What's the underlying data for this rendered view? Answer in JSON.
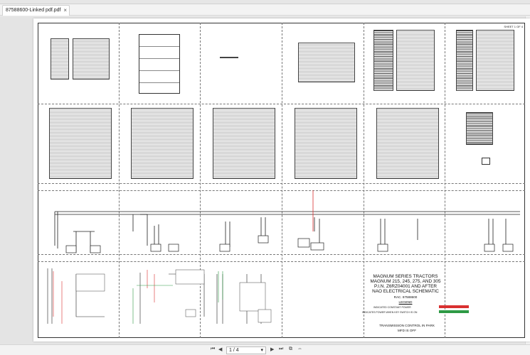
{
  "tab": {
    "title": "87588600-Linked pdf.pdf",
    "close": "×"
  },
  "document": {
    "sheet_label": "SHEET 1 OF 4",
    "title_lines": [
      "MAGNUM SERIES TRACTORS",
      "MAGNUM 215, 245, 275, AND 305",
      "P.I.N. Z6RZ04001 AND AFTER",
      "NAO ELECTRICAL SCHEMATIC"
    ],
    "rac": "RAC. 87588600",
    "legend_title": "LEGEND",
    "legend": [
      {
        "text": "INDICATED CONSTANT POWER",
        "color": "#d93030"
      },
      {
        "text": "INDICATES POWER WHEN KEY SWITCH IS ON",
        "color": "#2e9a45"
      }
    ],
    "conditions": [
      "TRANSMISSION CONTROL IN PARK",
      "MFD IS OFF"
    ]
  },
  "pager": {
    "first": "⏮",
    "prev": "◀",
    "current": "1",
    "total": "/ 4",
    "dropdown": "▾",
    "next": "▶",
    "last": "⏭"
  }
}
